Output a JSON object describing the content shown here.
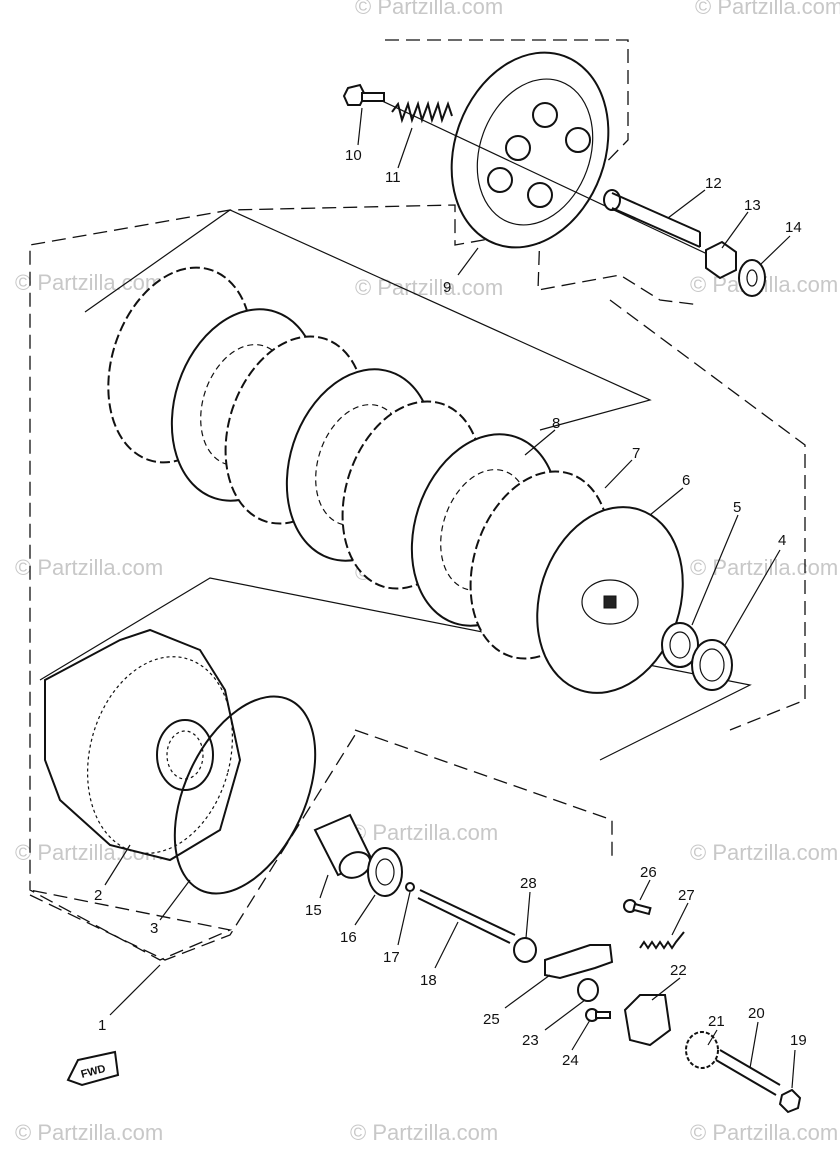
{
  "diagram": {
    "watermark_text": "© Partzilla.com",
    "fwd_label": "FWD",
    "callouts": [
      "1",
      "2",
      "3",
      "4",
      "5",
      "6",
      "7",
      "8",
      "9",
      "10",
      "11",
      "12",
      "13",
      "14",
      "15",
      "16",
      "17",
      "18",
      "19",
      "20",
      "21",
      "22",
      "23",
      "24",
      "25",
      "26",
      "27",
      "28"
    ]
  }
}
